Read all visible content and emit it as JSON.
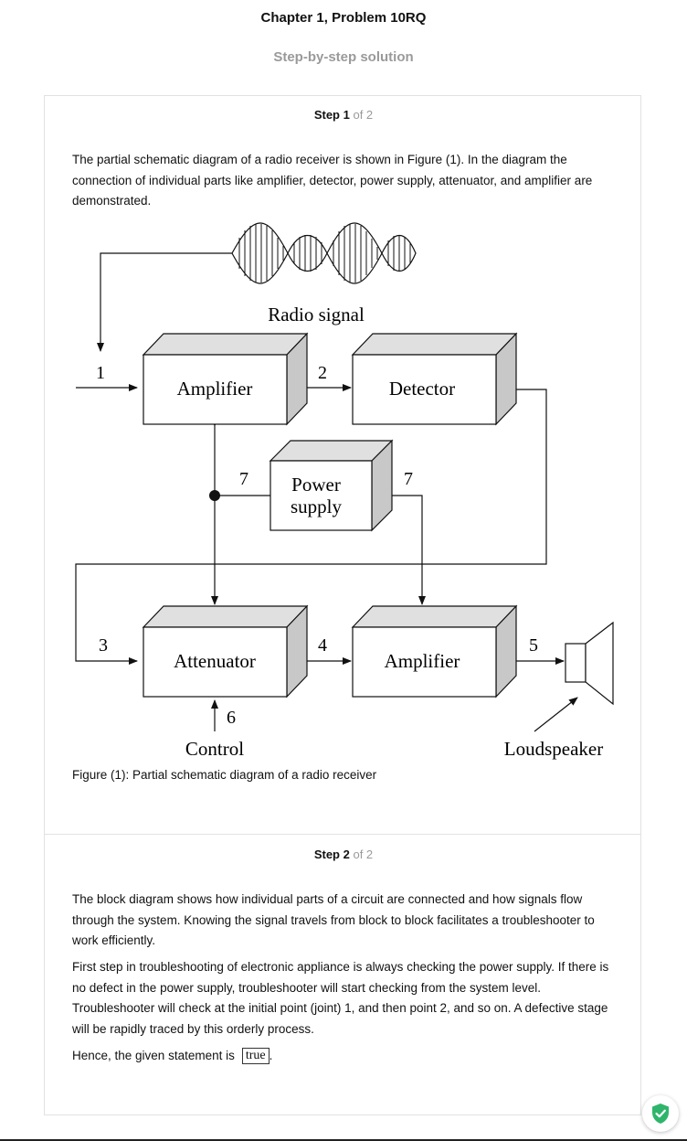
{
  "header": {
    "title": "Chapter 1, Problem 10RQ",
    "subtitle": "Step-by-step solution"
  },
  "steps": [
    {
      "label": "Step 1",
      "of": "of 2",
      "paragraphs": [
        "The partial schematic diagram of a radio receiver is shown in Figure (1). In the diagram the connection of individual parts like amplifier, detector, power supply, attenuator, and amplifier are demonstrated."
      ],
      "caption": "Figure (1): Partial schematic diagram of a radio receiver"
    },
    {
      "label": "Step 2",
      "of": "of 2",
      "paragraphs": [
        "The block diagram shows how individual parts of a circuit are connected and how signals flow through the system. Knowing the signal travels from block to block facilitates a troubleshooter to work efficiently.",
        "First step in troubleshooting of electronic appliance is always checking the power supply. If there is no defect in the power supply, troubleshooter will start checking from the system level. Troubleshooter will check at the initial point (joint) 1, and then point 2, and so on. A defective stage will be rapidly traced by this orderly process."
      ],
      "conclusion_prefix": "Hence, the given statement is",
      "answer": "true",
      "conclusion_suffix": "."
    }
  ],
  "diagram": {
    "radio_signal": "Radio signal",
    "amplifier_top": "Amplifier",
    "detector": "Detector",
    "power_line1": "Power",
    "power_line2": "supply",
    "attenuator": "Attenuator",
    "amplifier_bottom": "Amplifier",
    "control": "Control",
    "loudspeaker": "Loudspeaker",
    "point_1": "1",
    "point_2": "2",
    "point_3": "3",
    "point_4": "4",
    "point_5": "5",
    "point_6": "6",
    "point_7a": "7",
    "point_7b": "7"
  },
  "icons": {
    "shield": "shield-check-icon"
  },
  "colors": {
    "accent_green": "#2fb56b",
    "muted_text": "#9a9a9a",
    "block_side": "#c8c8c8",
    "block_top": "#e0e0e0"
  }
}
